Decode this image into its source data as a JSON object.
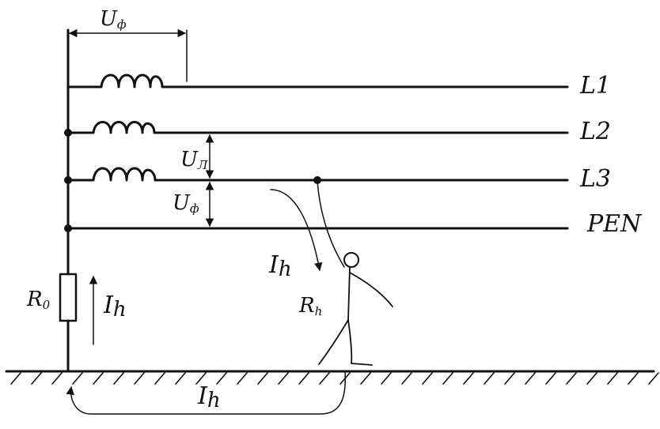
{
  "lines": {
    "l1": "L1",
    "l2": "L2",
    "l3": "L3",
    "pen": "PEN"
  },
  "voltages": {
    "phase_top": {
      "main": "U",
      "sub": "ф"
    },
    "line": {
      "main": "U",
      "sub": "Л"
    },
    "phase_side": {
      "main": "U",
      "sub": "ф"
    }
  },
  "resistors": {
    "r0": {
      "main": "R",
      "sub": "0"
    },
    "rh": {
      "main": "R",
      "sub": "h"
    }
  },
  "currents": {
    "ih_person": {
      "main": "I",
      "sub": "h"
    },
    "ih_resistor": {
      "main": "I",
      "sub": "h"
    },
    "ih_ground": {
      "main": "I",
      "sub": "h"
    }
  }
}
